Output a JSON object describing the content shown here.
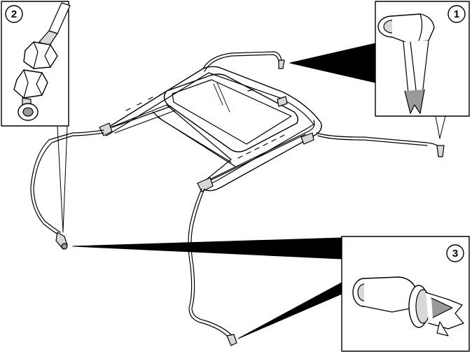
{
  "callouts": [
    {
      "number": "1",
      "part": "drain-tube-elbow-fitting"
    },
    {
      "number": "2",
      "part": "drain-tube-grommet-fitting"
    },
    {
      "number": "3",
      "part": "drain-tube-valve-fitting"
    }
  ],
  "colors": {
    "line": "#000000",
    "fill_light": "#ffffff",
    "fill_shade": "#d8d8d8",
    "fill_dark": "#9a9a9a"
  }
}
